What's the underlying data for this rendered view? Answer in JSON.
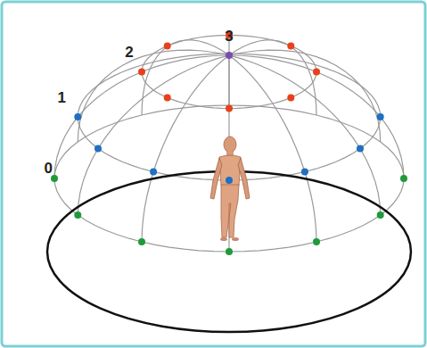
{
  "diagram": {
    "labels": [
      "0",
      "1",
      "2",
      "3"
    ]
  }
}
